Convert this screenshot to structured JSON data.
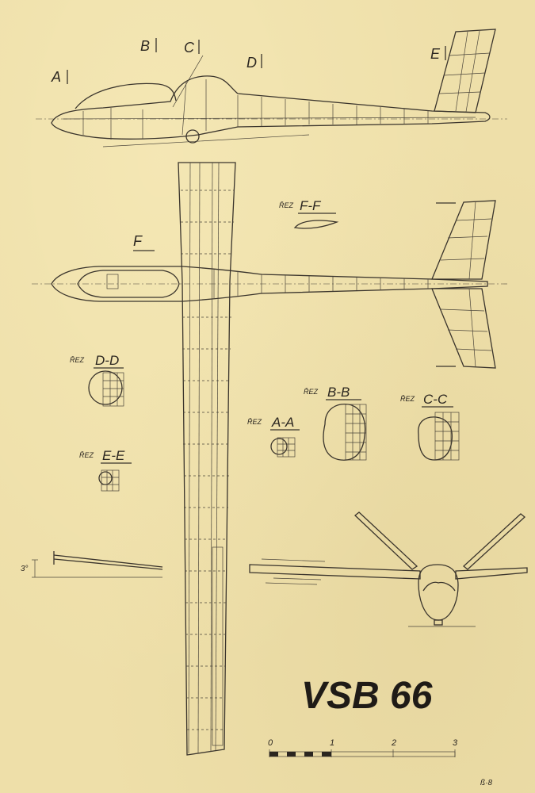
{
  "title": "VSB 66",
  "station_labels": [
    "A",
    "B",
    "C",
    "D",
    "E"
  ],
  "section_prefix": "ŘEZ",
  "sections": [
    "F-F",
    "D-D",
    "B-B",
    "C-C",
    "A-A",
    "E-E"
  ],
  "view_label_f": "F",
  "dihedral_label": "3°",
  "scale_ticks": [
    "0",
    "1",
    "2",
    "3"
  ],
  "corner_mark": "ß·8"
}
